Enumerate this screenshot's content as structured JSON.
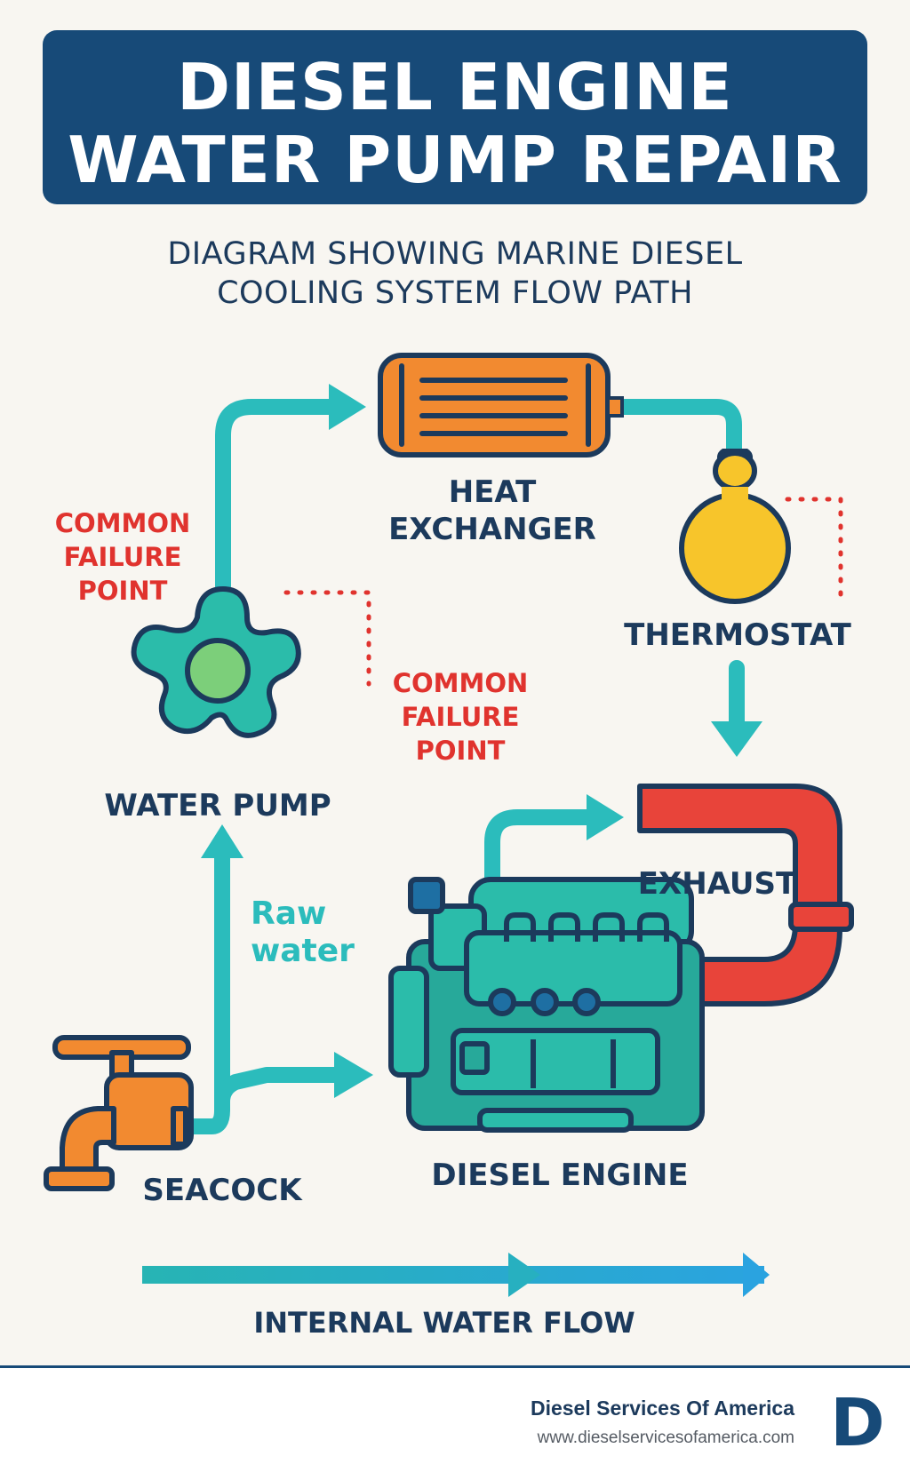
{
  "header": {
    "title_line1": "DIESEL ENGINE",
    "title_line2": "WATER PUMP REPAIR",
    "subtitle_line1": "DIAGRAM SHOWING MARINE DIESEL",
    "subtitle_line2": "COOLING SYSTEM FLOW PATH"
  },
  "components": {
    "heat_exchanger_line1": "HEAT",
    "heat_exchanger_line2": "EXCHANGER",
    "thermostat": "THERMOSTAT",
    "water_pump": "WATER PUMP",
    "exhaust": "EXHAUST",
    "diesel_engine": "DIESEL ENGINE",
    "seacock": "SEACOCK"
  },
  "annotations": {
    "failure_left": [
      "COMMON",
      "FAILURE",
      "POINT"
    ],
    "failure_right": [
      "COMMON",
      "FAILURE",
      "POINT"
    ],
    "raw_water": [
      "Raw",
      "water"
    ],
    "internal_flow": "INTERNAL WATER FLOW"
  },
  "footer": {
    "brand": "Diesel Services Of America",
    "url": "www.dieselservicesofamerica.com",
    "logo_letter": "D"
  },
  "colors": {
    "title_bg": "#174a78",
    "flow_teal": "#2bbcbc",
    "failure_red": "#e0332e",
    "heat_exchanger": "#f28a30",
    "thermostat": "#f7c52b",
    "exhaust": "#e8443a",
    "engine": "#27a99a"
  },
  "icons": [
    "heat-exchanger-icon",
    "thermostat-icon",
    "water-pump-icon",
    "exhaust-pipe-icon",
    "diesel-engine-icon",
    "seacock-icon",
    "logo-icon"
  ]
}
